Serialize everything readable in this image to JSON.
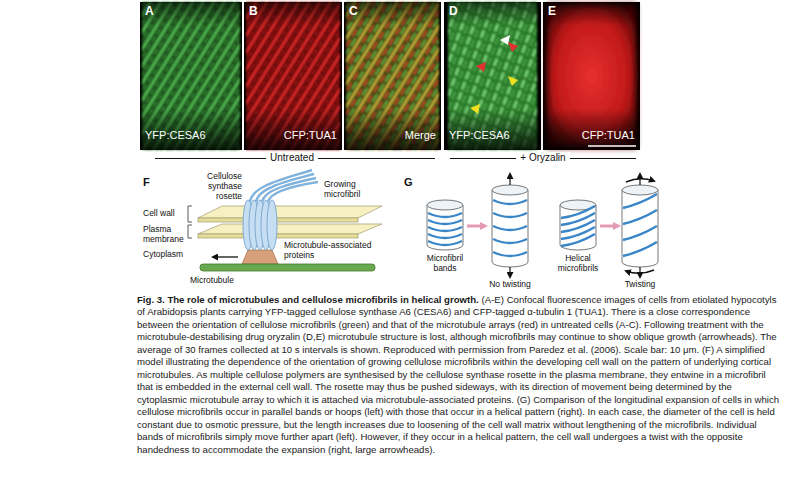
{
  "diagram": {
    "title": "Fig. 3. The role of microtubules and cellulose microfibrils in helical growth.",
    "caption": "(A-E) Confocal fluorescence images of cells from etiolated hypocotyls of Arabidopsis plants carrying YFP-tagged cellulose synthase A6 (CESA6) and CFP-tagged α-tubulin 1 (TUA1). There is a close correspondence between the orientation of cellulose microfibrils (green) and that of the microtubule arrays (red) in untreated cells (A-C). Following treatment with the microtubule-destabilising drug oryzalin (D,E) microtubule structure is lost, although microfibrils may continue to show oblique growth (arrowheads). The average of 30 frames collected at 10 s intervals is shown. Reproduced with permission from Paredez et al. (2006). Scale bar: 10 μm. (F) A simplified model illustrating the dependence of the orientation of growing cellulose microfibrils within the developing cell wall on the pattern of underlying cortical microtubules. As multiple cellulose polymers are synthesised by the cellulose synthase rosette in the plasma membrane, they entwine in a microfibril that is embedded in the external cell wall. The rosette may thus be pushed sideways, with its direction of movement being determined by the cytoplasmic microtubule array to which it is attached via microtubule-associated proteins. (G) Comparison of the longitudinal expansion of cells in which cellulose microfibrils occur in parallel bands or hoops (left) with those that occur in a helical pattern (right). In each case, the diameter of the cell is held constant due to osmotic pressure, but the length increases due to loosening of the cell wall matrix without lengthening of the microfibrils. Individual bands of microfibrils simply move further apart (left). However, if they occur in a helical pattern, the cell wall undergoes a twist with the opposite handedness to accommodate the expansion (right, large arrowheads).",
    "nodes": [
      {
        "text": [
          "A",
          "YFP:CESA6"
        ]
      },
      {
        "text": [
          "B",
          "CFP:TUA1"
        ]
      },
      {
        "text": [
          "C",
          "Merge"
        ]
      },
      {
        "text": [
          "D",
          "YFP:CESA6"
        ]
      },
      {
        "text": [
          "E",
          "CFP:TUA1"
        ]
      }
    ],
    "labels": [
      "Untreated",
      "+ Oryzalin",
      "F",
      "Cellulose synthase rosette",
      "Growing microfibril",
      "Cell wall",
      "Plasma membrane",
      "Cytoplasm",
      "Microtubule-associated proteins",
      "Microtubule",
      "G",
      "Microfibril bands",
      "No twisting",
      "Helical microfibrils",
      "Twisting"
    ]
  }
}
